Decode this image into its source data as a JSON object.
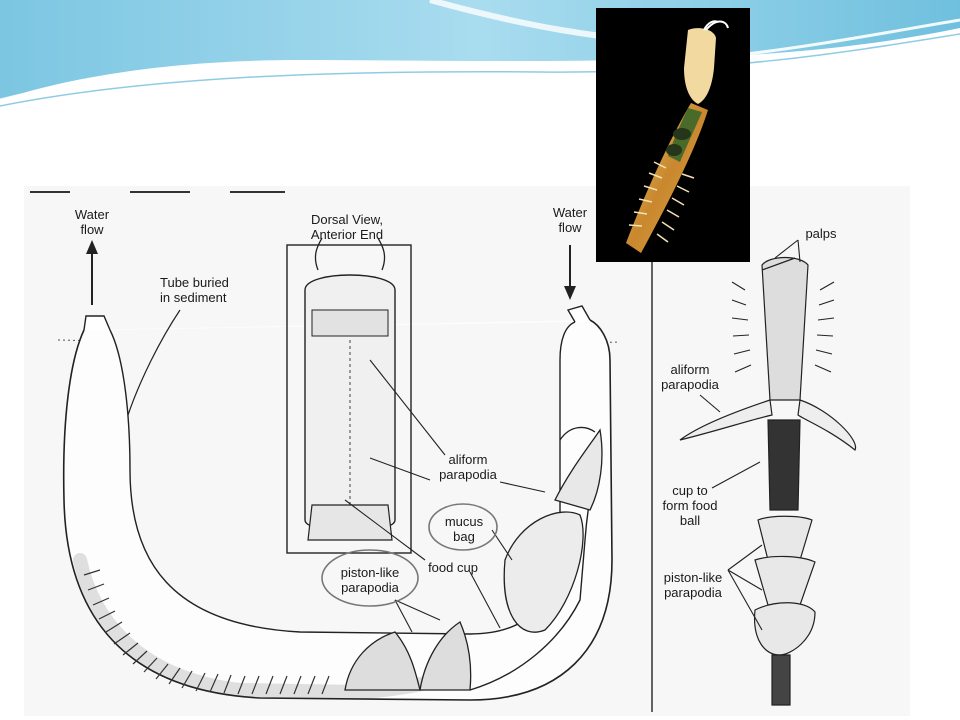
{
  "colors": {
    "header_blue": "#8fd0e8",
    "header_light": "#cfeaf5",
    "ink": "#1a1a1a",
    "photo_bg": "#000000"
  },
  "labels": {
    "water_flow_left": "Water\nflow",
    "tube_buried": "Tube buried\nin sediment",
    "dorsal_view": "Dorsal View,\nAnterior End",
    "water_flow_right": "Water\nflow",
    "aliform_center": "aliform\nparapodia",
    "mucus_bag": "mucus\nbag",
    "food_cup": "food cup",
    "piston_center": "piston-like\nparapodia",
    "palps": "palps",
    "aliform_right": "aliform\nparapodia",
    "cup_food_ball": "cup to\nform food\nball",
    "piston_right": "piston-like\nparapodia"
  },
  "photo": {
    "subject": "worm-photo"
  }
}
